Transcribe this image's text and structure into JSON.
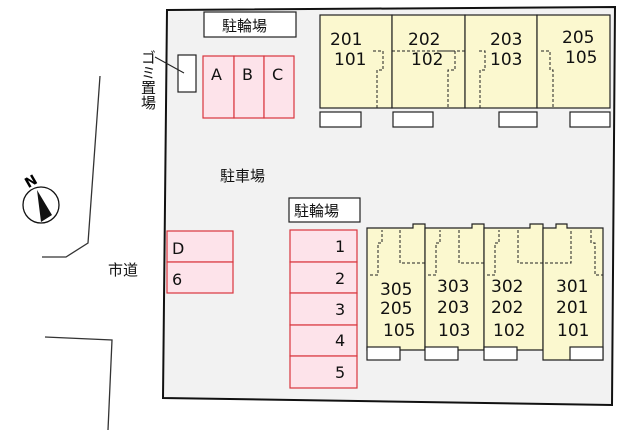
{
  "labels": {
    "bike_parking_top": "駐輪場",
    "bike_parking_bottom": "駐輪場",
    "garbage": "ゴミ置場",
    "parking": "駐車場",
    "road": "市道",
    "north": "N"
  },
  "parking_top": [
    "A",
    "B",
    "C"
  ],
  "parking_left": [
    "D",
    "6"
  ],
  "parking_right": [
    "1",
    "2",
    "3",
    "4",
    "5"
  ],
  "building_top": [
    {
      "upper": "201",
      "lower": "101"
    },
    {
      "upper": "202",
      "lower": "102"
    },
    {
      "upper": "203",
      "lower": "103"
    },
    {
      "upper": "205",
      "lower": "105"
    }
  ],
  "building_bottom": [
    {
      "l1": "305",
      "l2": "205",
      "l3": "105"
    },
    {
      "l1": "303",
      "l2": "203",
      "l3": "103"
    },
    {
      "l1": "302",
      "l2": "202",
      "l3": "102"
    },
    {
      "l1": "301",
      "l2": "201",
      "l3": "101"
    }
  ],
  "colors": {
    "lot": "#f2f2f2",
    "parking_fill": "#fde3ea",
    "parking_stroke": "#d9363e",
    "building": "#fbf8cf"
  }
}
